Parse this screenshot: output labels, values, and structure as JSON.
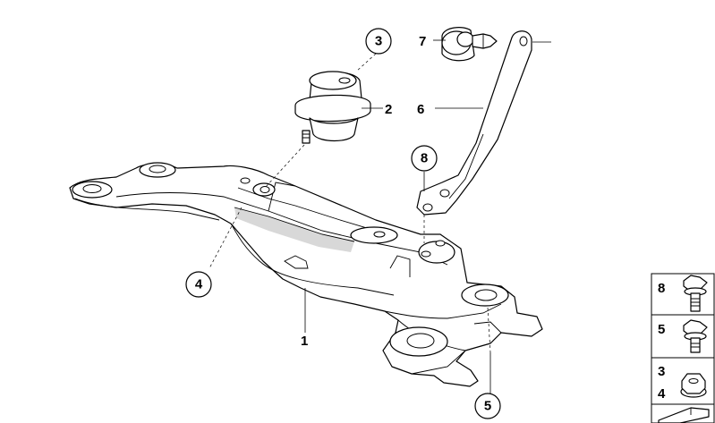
{
  "callouts": {
    "c1": "1",
    "c2": "2",
    "c3": "3",
    "c4": "4",
    "c5": "5",
    "c6": "6",
    "c7": "7",
    "c8": "8"
  },
  "legend": {
    "row1": "8",
    "row2": "5",
    "row3a": "3",
    "row3b": "4"
  },
  "colors": {
    "line": "#000000",
    "shade": "#d8d8d8",
    "background": "#ffffff"
  }
}
